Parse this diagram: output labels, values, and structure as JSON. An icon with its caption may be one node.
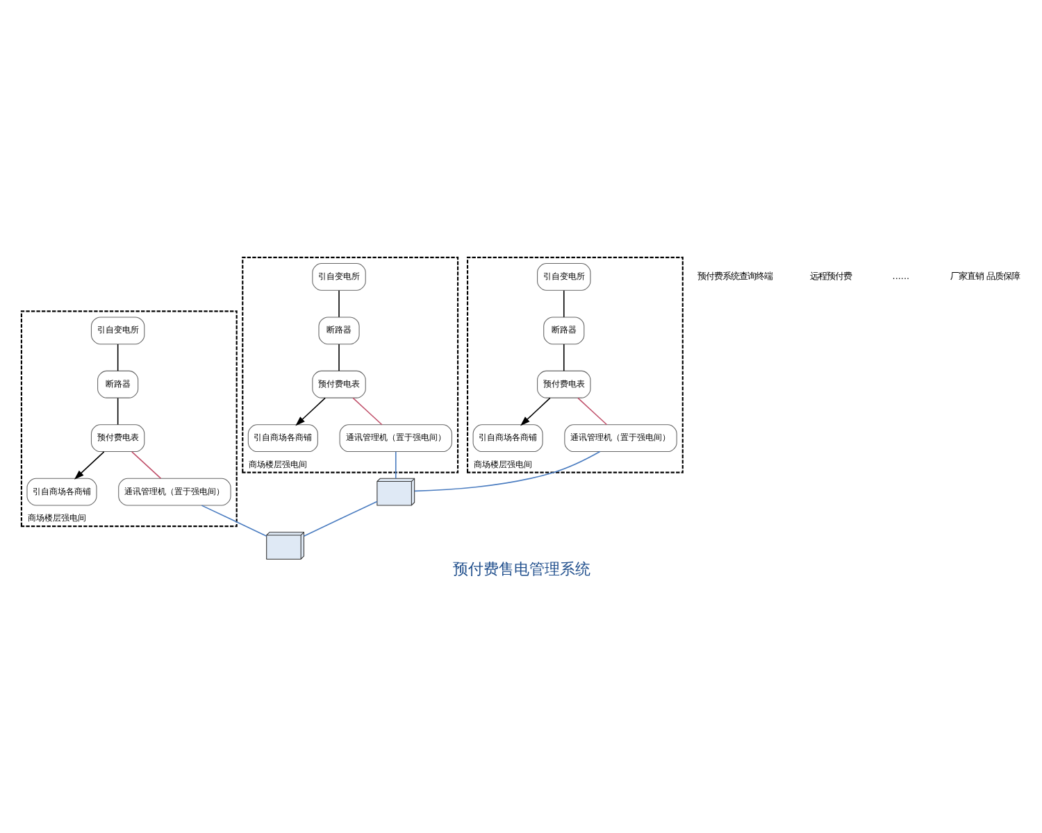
{
  "diagram": {
    "caption": "预付费售电管理系统",
    "nodes": [
      {
        "text": [],
        "shape": "picture"
      },
      {
        "text": [],
        "shape": "picture"
      },
      {
        "text": [
          "商场楼层强电间"
        ]
      },
      {
        "text": [
          "引自变电所"
        ],
        "in": 2
      },
      {
        "text": [
          "断路器"
        ],
        "in": 2
      },
      {
        "text": [
          "预付费电表"
        ],
        "in": 2
      },
      {
        "text": [
          "引自商场各商铺"
        ],
        "in": 2
      },
      {
        "text": [
          "通讯管理机（置于强电间）"
        ],
        "in": 2
      },
      {
        "text": [
          "商场楼层强电间"
        ]
      },
      {
        "text": [
          "引自变电所"
        ],
        "in": 8
      },
      {
        "text": [
          "断路器"
        ],
        "in": 8
      },
      {
        "text": [
          "预付费电表"
        ],
        "in": 8
      },
      {
        "text": [
          "引自商场各商铺"
        ],
        "in": 8
      },
      {
        "text": [
          "通讯管理机（置于强电间）"
        ],
        "in": 8
      },
      {
        "text": [
          "商场楼层强电间"
        ]
      },
      {
        "text": [
          "引自变电所"
        ],
        "in": 14
      },
      {
        "text": [
          "断路器"
        ],
        "in": 14
      },
      {
        "text": [
          "预付费电表"
        ],
        "in": 14
      },
      {
        "text": [
          "引自商场各商铺"
        ],
        "in": 14
      },
      {
        "text": [
          "通讯管理机（置于强电间）"
        ],
        "in": 14
      }
    ],
    "edges": [
      {
        "from": 0,
        "to": 1,
        "arrow": "none",
        "color": "#4a7cc0"
      },
      {
        "from": 3,
        "to": 4,
        "arrow": "none"
      },
      {
        "from": 4,
        "to": 5,
        "arrow": "none"
      },
      {
        "from": 5,
        "to": 6,
        "arrow": "to"
      },
      {
        "from": 5,
        "to": 7,
        "arrow": "none",
        "color": "#c0506a"
      },
      {
        "from": 7,
        "to": 0,
        "arrow": "none",
        "color": "#4a7cc0"
      },
      {
        "from": 9,
        "to": 10,
        "arrow": "none"
      },
      {
        "from": 10,
        "to": 11,
        "arrow": "none"
      },
      {
        "from": 11,
        "to": 12,
        "arrow": "to"
      },
      {
        "from": 11,
        "to": 13,
        "arrow": "none",
        "color": "#c0506a"
      },
      {
        "from": 13,
        "to": 0,
        "arrow": "none",
        "color": "#4a7cc0"
      },
      {
        "from": 15,
        "to": 16,
        "arrow": "none"
      },
      {
        "from": 16,
        "to": 17,
        "arrow": "none"
      },
      {
        "from": 17,
        "to": 18,
        "arrow": "to"
      },
      {
        "from": 17,
        "to": 19,
        "arrow": "none",
        "color": "#c0506a"
      },
      {
        "from": 19,
        "to": 1,
        "arrow": "none",
        "color": "#4a7cc0"
      }
    ],
    "labels": [
      "预付费系统查询终端",
      "远程预付费",
      "......",
      "厂家直销 品质保障"
    ]
  }
}
